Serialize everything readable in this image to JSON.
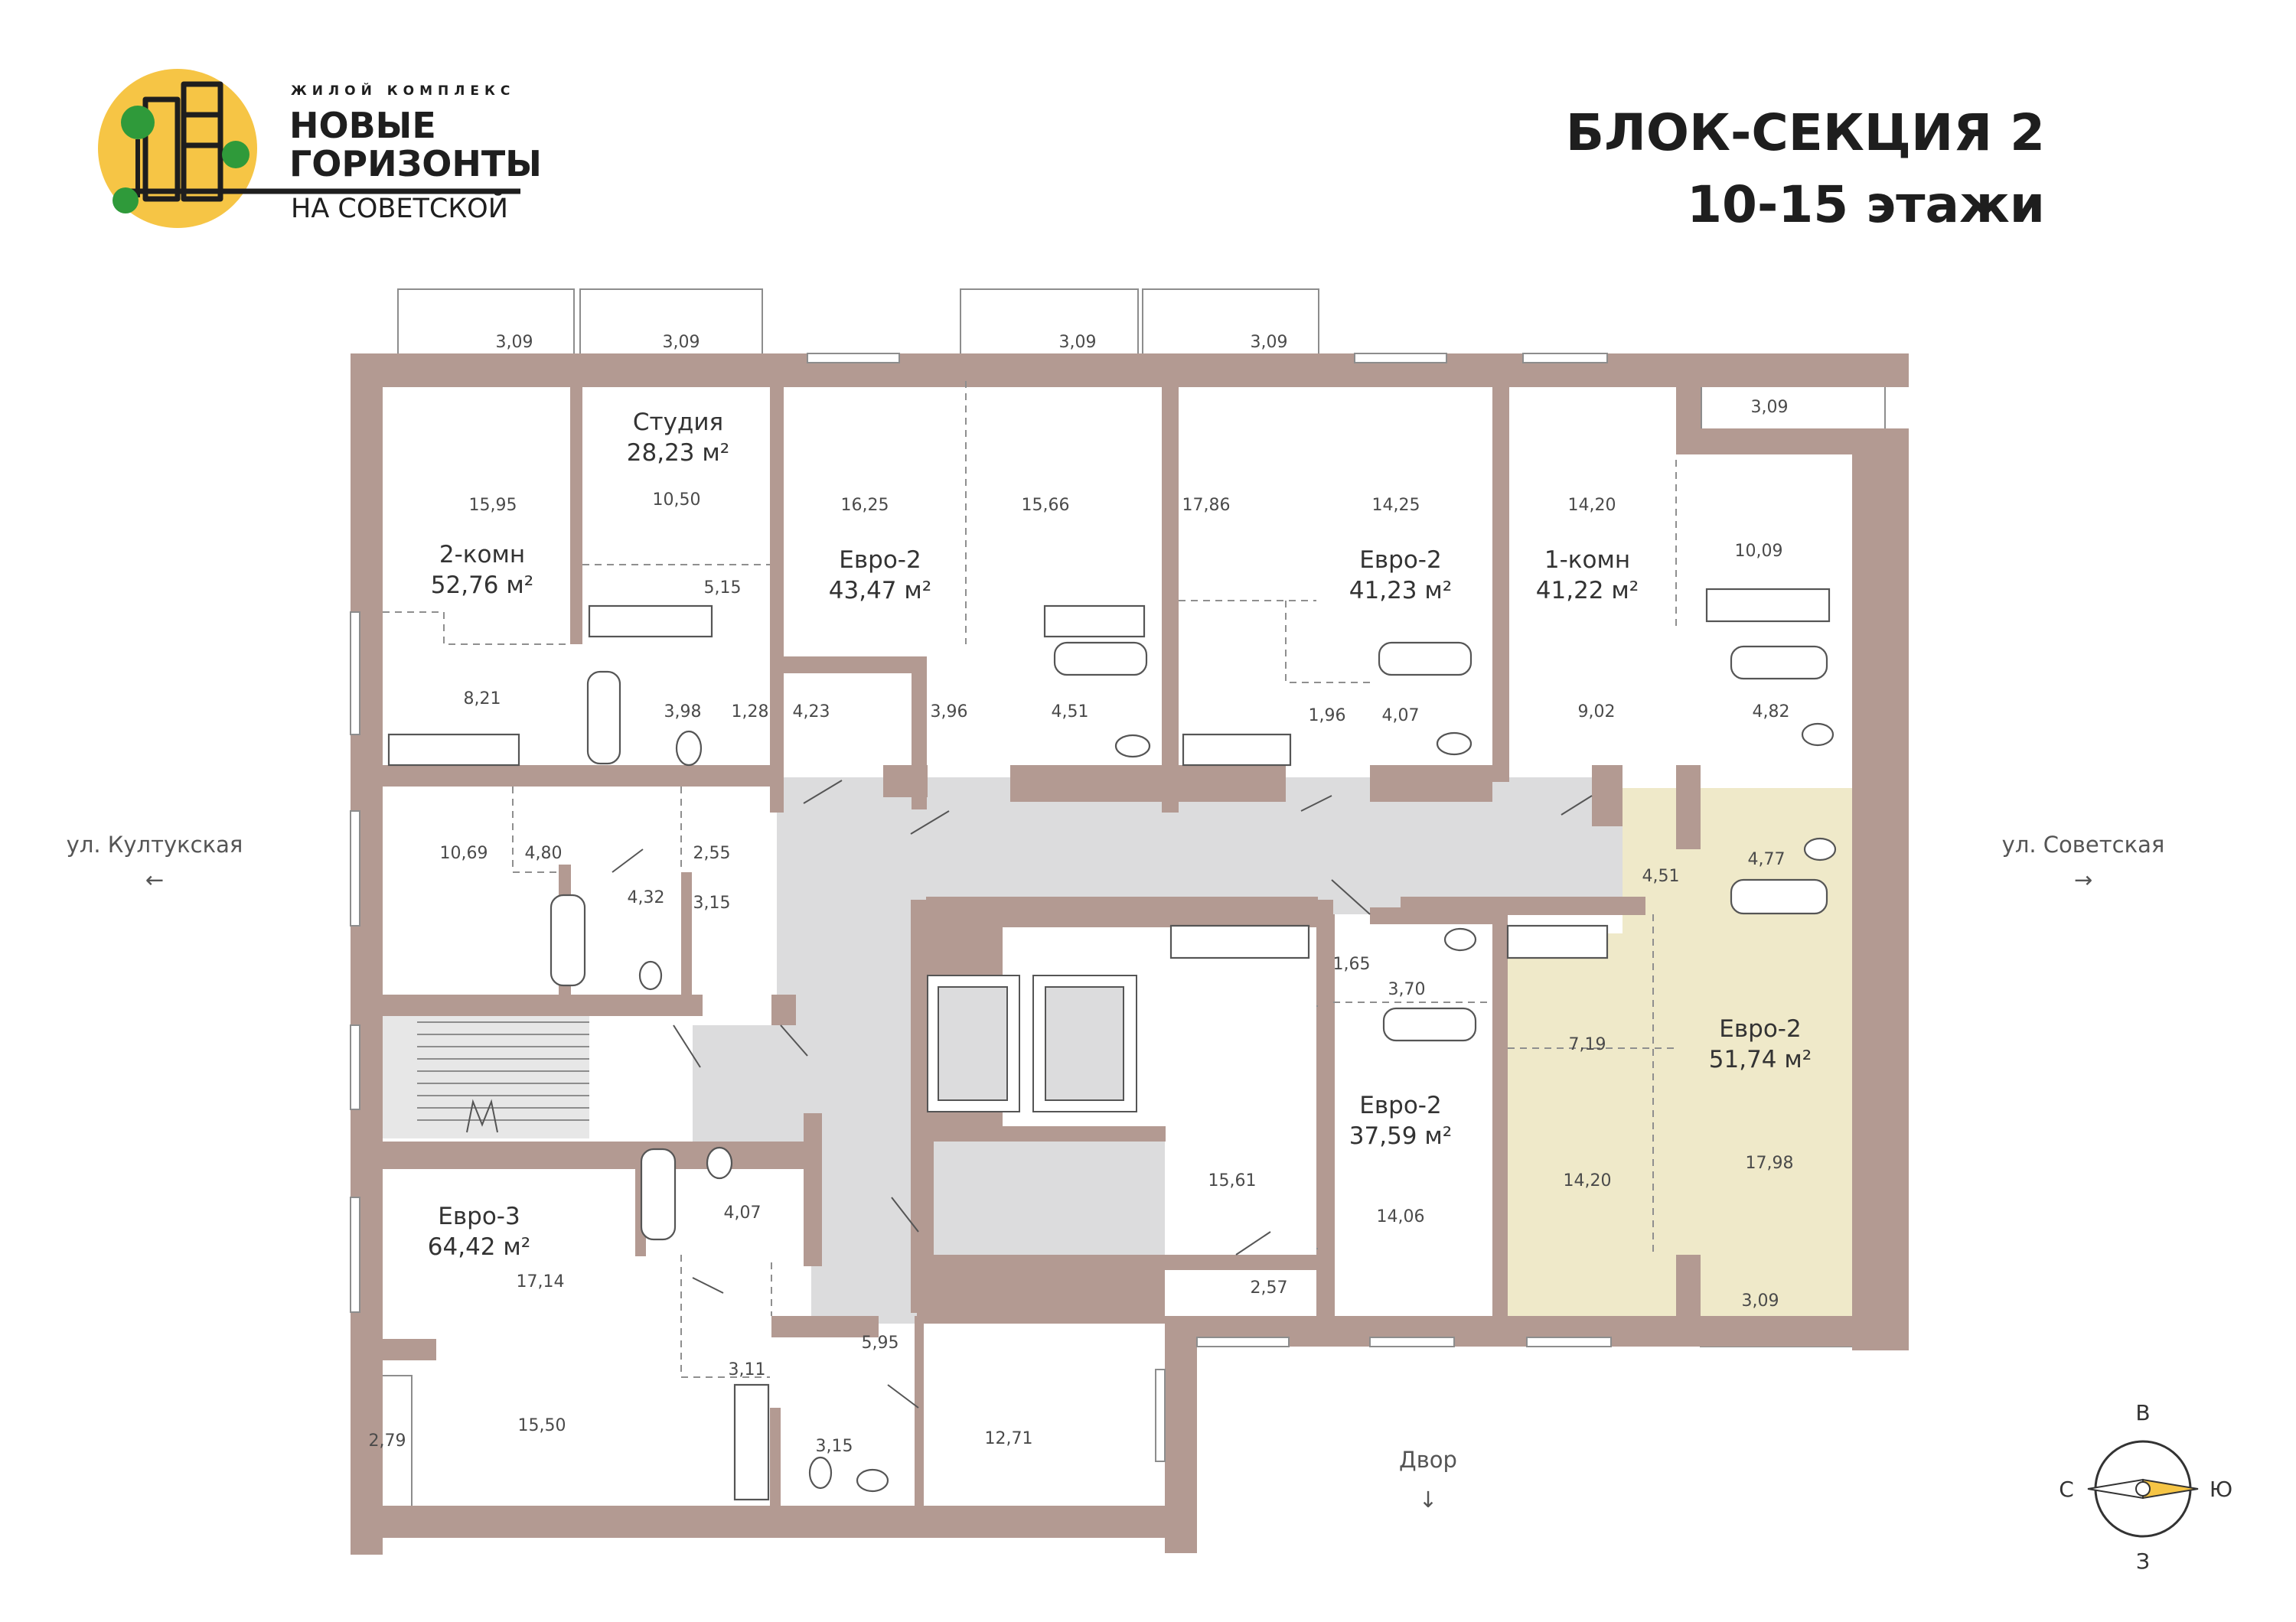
{
  "logo": {
    "tagline": "ЖИЛОЙ КОМПЛЕКС",
    "name_line1": "НОВЫЕ",
    "name_line2": "ГОРИЗОНТЫ",
    "name_line3": "НА СОВЕТСКОЙ",
    "circle_color": "#f6c545",
    "tree_color": "#2f9a3a"
  },
  "header": {
    "title": "БЛОК-СЕКЦИЯ 2",
    "subtitle": "10-15 этажи"
  },
  "streets": {
    "west": "ул. Култукская",
    "east": "ул. Советская",
    "south": "Двор",
    "west_arrow": "←",
    "east_arrow": "→",
    "south_arrow": "↓"
  },
  "compass": {
    "north": "В",
    "south": "З",
    "west": "С",
    "east": "Ю"
  },
  "colors": {
    "walls": "#b39a92",
    "corridor": "#dcdcdd",
    "highlight": "#efe9c9",
    "compass_accent": "#f6c545"
  },
  "apartments": [
    {
      "type": "2-комн",
      "area": "52,76 м²"
    },
    {
      "type": "Студия",
      "area": "28,23 м²"
    },
    {
      "type": "Евро-2",
      "area": "43,47 м²"
    },
    {
      "type": "Евро-2",
      "area": "41,23 м²"
    },
    {
      "type": "1-комн",
      "area": "41,22 м²"
    },
    {
      "type": "Евро-2",
      "area": "51,74 м²"
    },
    {
      "type": "Евро-2",
      "area": "37,59 м²"
    },
    {
      "type": "Евро-3",
      "area": "64,42 м²"
    }
  ],
  "room_areas": [
    "3,09",
    "3,09",
    "3,09",
    "3,09",
    "3,09",
    "15,95",
    "10,50",
    "16,25",
    "15,66",
    "17,86",
    "14,25",
    "14,20",
    "10,09",
    "5,15",
    "8,21",
    "3,98",
    "1,28",
    "4,23",
    "3,96",
    "4,51",
    "1,96",
    "4,07",
    "9,02",
    "4,82",
    "10,69",
    "4,80",
    "2,55",
    "4,32",
    "3,15",
    "4,51",
    "4,77",
    "1,65",
    "3,70",
    "7,19",
    "15,61",
    "14,06",
    "14,20",
    "17,98",
    "4,07",
    "17,14",
    "2,57",
    "3,09",
    "3,11",
    "5,95",
    "15,50",
    "2,79",
    "3,15",
    "12,71"
  ]
}
